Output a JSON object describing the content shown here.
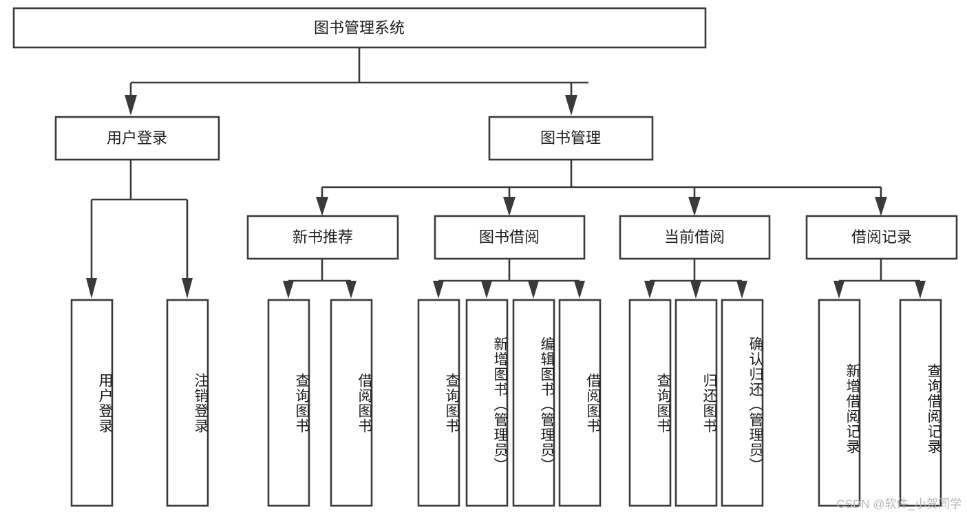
{
  "diagram": {
    "title": "图书管理系统",
    "watermark": "CSDN @软件_小贺同学",
    "colors": {
      "stroke": "#3a3a3a",
      "fill": "#ffffff",
      "text": "#1b1b1b",
      "watermark": "#b7b7b7",
      "background": "#ffffff"
    },
    "root": {
      "label": "图书管理系统"
    },
    "level1": [
      {
        "label": "用户登录"
      },
      {
        "label": "图书管理"
      }
    ],
    "level2": [
      {
        "label": "新书推荐"
      },
      {
        "label": "图书借阅"
      },
      {
        "label": "当前借阅"
      },
      {
        "label": "借阅记录"
      }
    ],
    "leaves": {
      "user_login": [
        {
          "label": "用户登录"
        },
        {
          "label": "注销登录"
        }
      ],
      "new_book_recommend": [
        {
          "label": "查询图书"
        },
        {
          "label": "借阅图书"
        }
      ],
      "book_borrow": [
        {
          "label": "查询图书"
        },
        {
          "label": "新增图书（管理员）"
        },
        {
          "label": "编辑图书（管理员）"
        },
        {
          "label": "借阅图书"
        }
      ],
      "current_borrow": [
        {
          "label": "查询图书"
        },
        {
          "label": "归还图书"
        },
        {
          "label": "确认归还（管理员）"
        }
      ],
      "borrow_record": [
        {
          "label": "新增借阅记录"
        },
        {
          "label": "查询借阅记录"
        }
      ]
    }
  }
}
